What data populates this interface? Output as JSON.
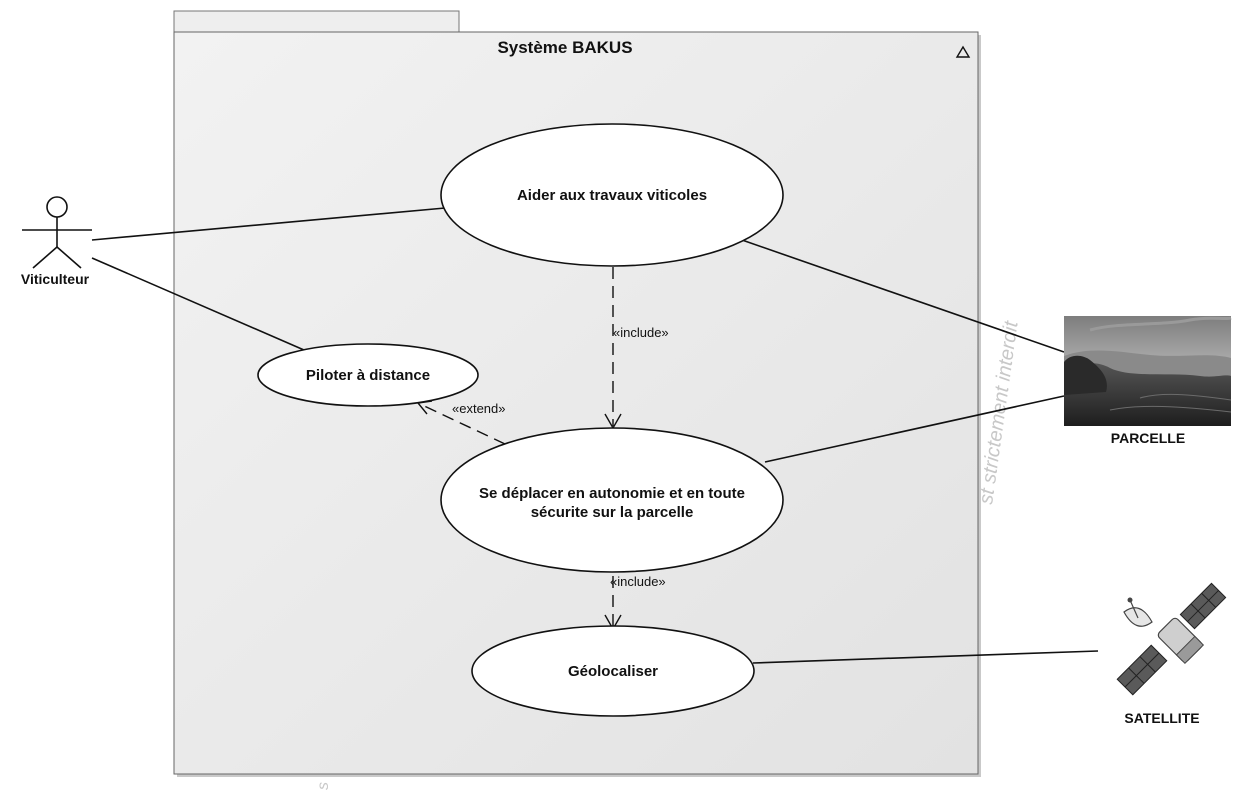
{
  "system": {
    "title": "Système BAKUS",
    "collapse_icon": "triangle-up-icon"
  },
  "actors": {
    "viticulteur": "Viticulteur",
    "parcelle": "PARCELLE",
    "satellite": "SATELLITE"
  },
  "use_cases": {
    "aider": "Aider aux travaux viticoles",
    "piloter": "Piloter à distance",
    "deplacer_line1": "Se déplacer en autonomie et en toute",
    "deplacer_line2": "sécurite sur la parcelle",
    "geolocaliser": "Géolocaliser"
  },
  "relations": {
    "include_1": "«include»",
    "extend": "«extend»",
    "include_2": "«include»"
  },
  "watermark": {
    "right": "st strictement interdit",
    "bottom": "s"
  },
  "colors": {
    "frame_fill": "#e9e9e9",
    "ellipse_fill": "#ffffff",
    "line": "#111111",
    "watermark": "#c8c8c8"
  }
}
